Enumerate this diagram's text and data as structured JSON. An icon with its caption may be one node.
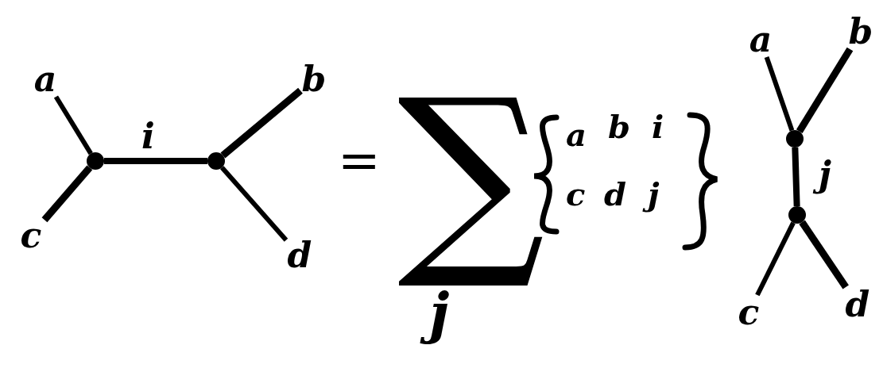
{
  "diagram": {
    "nodes": [
      {
        "text": [
          "a"
        ]
      },
      {
        "text": [
          "c"
        ]
      },
      {
        "text": [],
        "shape": "circle"
      },
      {
        "text": [],
        "shape": "circle"
      },
      {
        "text": [
          "b"
        ]
      },
      {
        "text": [
          "d"
        ]
      },
      {
        "text": [
          "a"
        ]
      },
      {
        "text": [
          "b"
        ]
      },
      {
        "text": [],
        "shape": "circle"
      },
      {
        "text": [],
        "shape": "circle"
      },
      {
        "text": [
          "c"
        ]
      },
      {
        "text": [
          "d"
        ]
      }
    ],
    "edges": [
      {
        "from": 0,
        "to": 2,
        "arrow": "none"
      },
      {
        "from": 1,
        "to": 2,
        "arrow": "none"
      },
      {
        "from": 2,
        "to": 3,
        "arrow": "none",
        "label": "i"
      },
      {
        "from": 3,
        "to": 4,
        "arrow": "none"
      },
      {
        "from": 3,
        "to": 5,
        "arrow": "none"
      },
      {
        "from": 6,
        "to": 8,
        "arrow": "none"
      },
      {
        "from": 7,
        "to": 8,
        "arrow": "none"
      },
      {
        "from": 8,
        "to": 9,
        "arrow": "none",
        "label": "j"
      },
      {
        "from": 9,
        "to": 10,
        "arrow": "none"
      },
      {
        "from": 9,
        "to": 11,
        "arrow": "none"
      }
    ],
    "labels": [
      "=",
      "∑",
      "j",
      "a",
      "b",
      "i",
      "c",
      "d",
      "j"
    ]
  }
}
